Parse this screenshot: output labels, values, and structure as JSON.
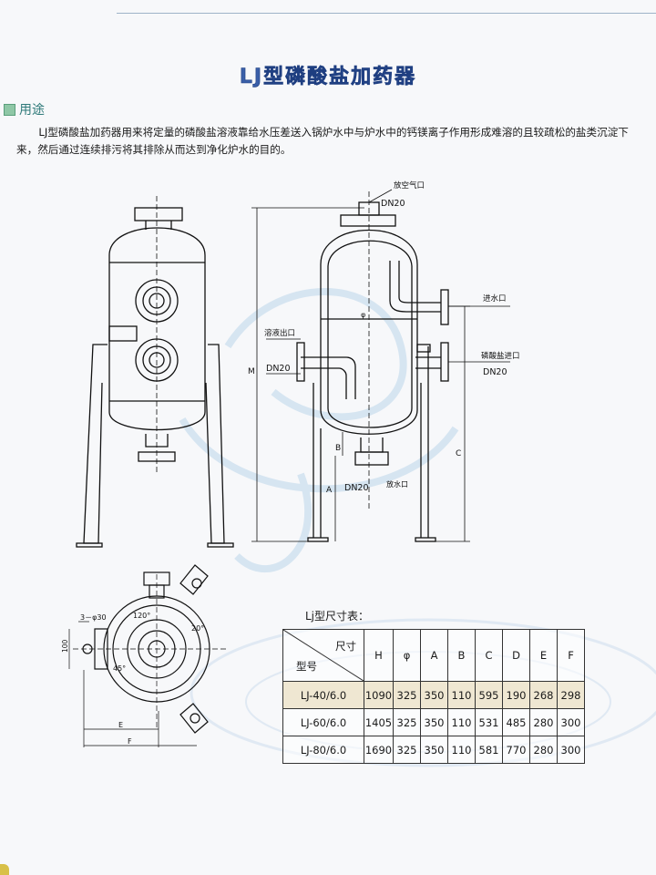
{
  "page": {
    "title": "LJ型磷酸盐加药器",
    "section_label": "用途",
    "description": "LJ型磷酸盐加药器用来将定量的磷酸盐溶液靠给水压差送入锅炉水中与炉水中的钙镁离子作用形成难溶的且较疏松的盐类沉淀下来，然后通过连续排污将其排除从而达到净化炉水的目的。"
  },
  "drawing_labels": {
    "vent": "放空气口",
    "vent_size": "DN20",
    "water_inlet": "进水口",
    "overflow": "溶液出口",
    "overflow_size": "DN20",
    "phosphate_inlet": "磷酸盐进口",
    "phosphate_size": "DN20",
    "drain_size": "DN20",
    "drain": "放水口",
    "dim_M": "M",
    "dim_A": "A",
    "dim_B": "B",
    "dim_C": "C",
    "dim_phi": "φ",
    "dim_E": "E",
    "dim_F": "F",
    "dim_100": "100",
    "holes": "3－φ30",
    "angle_120": "120°",
    "angle_20": "20°",
    "angle_45": "45°"
  },
  "table": {
    "caption": "Lj型尺寸表：",
    "corner_top": "尺寸",
    "corner_bottom": "型号",
    "columns": [
      "H",
      "φ",
      "A",
      "B",
      "C",
      "D",
      "E",
      "F"
    ],
    "rows": [
      {
        "model": "LJ-40/6.0",
        "values": [
          "1090",
          "325",
          "350",
          "110",
          "595",
          "190",
          "268",
          "298"
        ]
      },
      {
        "model": "LJ-60/6.0",
        "values": [
          "1405",
          "325",
          "350",
          "110",
          "531",
          "485",
          "280",
          "300"
        ]
      },
      {
        "model": "LJ-80/6.0",
        "values": [
          "1690",
          "325",
          "350",
          "110",
          "581",
          "770",
          "280",
          "300"
        ]
      }
    ]
  },
  "colors": {
    "title": "#3a5fa8",
    "section": "#2f7a7a",
    "highlight_row": "#efe7d2"
  }
}
